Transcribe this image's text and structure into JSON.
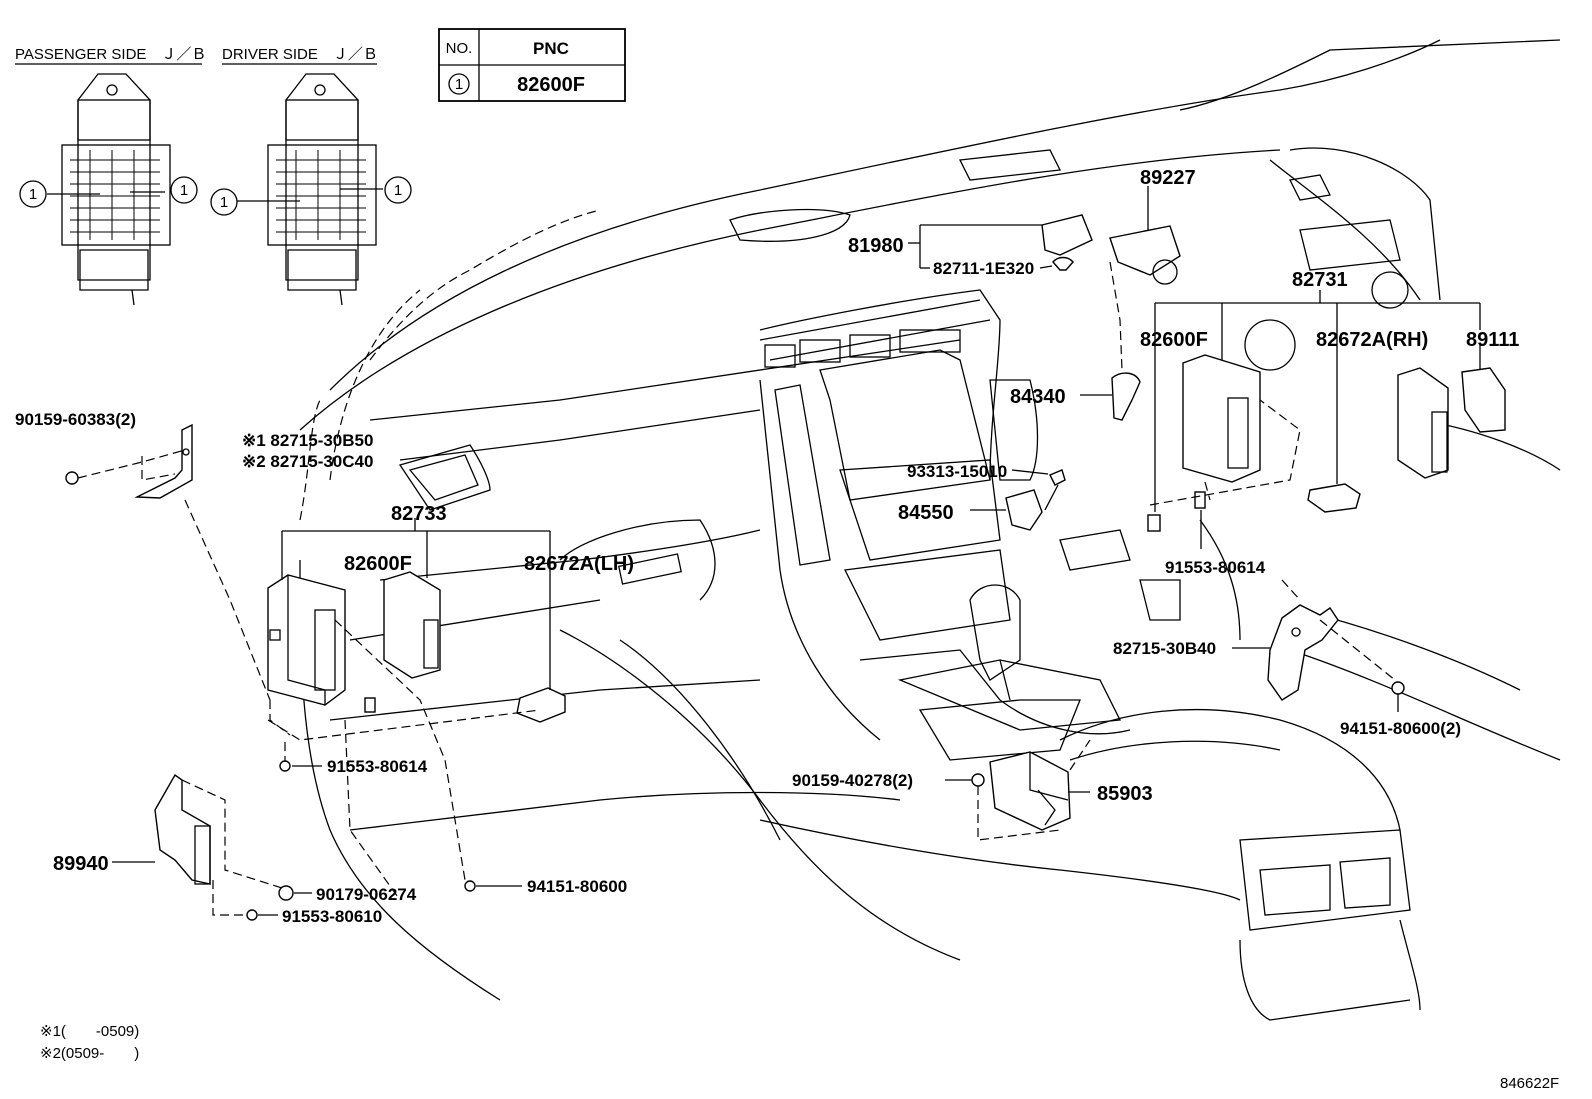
{
  "header": {
    "passenger_side": "PASSENGER SIDE　Ｊ／Ｂ",
    "driver_side": "DRIVER SIDE　Ｊ／Ｂ"
  },
  "pnc_table": {
    "col_no": "NO.",
    "col_pnc": "PNC",
    "row_no": "1",
    "row_pnc": "82600F"
  },
  "callout_marker": "1",
  "parts": {
    "p89227": "89227",
    "p81980": "81980",
    "p82711": "82711-1E320",
    "p82731": "82731",
    "p82600f_rh": "82600F",
    "p82672a_rh": "82672A(RH)",
    "p89111": "89111",
    "p84340": "84340",
    "p93313": "93313-15010",
    "p84550": "84550",
    "p91553_rh": "91553-80614",
    "p82715_b40": "82715-30B40",
    "p94151_rh": "94151-80600(2)",
    "p85903": "85903",
    "p90159_40278": "90159-40278(2)",
    "p90159_60383": "90159-60383(2)",
    "p82715_b50": "※1 82715-30B50",
    "p82715_c40": "※2 82715-30C40",
    "p82733": "82733",
    "p82600f_lh": "82600F",
    "p82672a_lh": "82672A(LH)",
    "p91553_lh": "91553-80614",
    "p89940": "89940",
    "p90179": "90179-06274",
    "p94151_lh": "94151-80600",
    "p91553_80610": "91553-80610"
  },
  "notes": {
    "note1": "※1(　　-0509)",
    "note2": "※2(0509-　　)"
  },
  "figure_id": "846622F"
}
